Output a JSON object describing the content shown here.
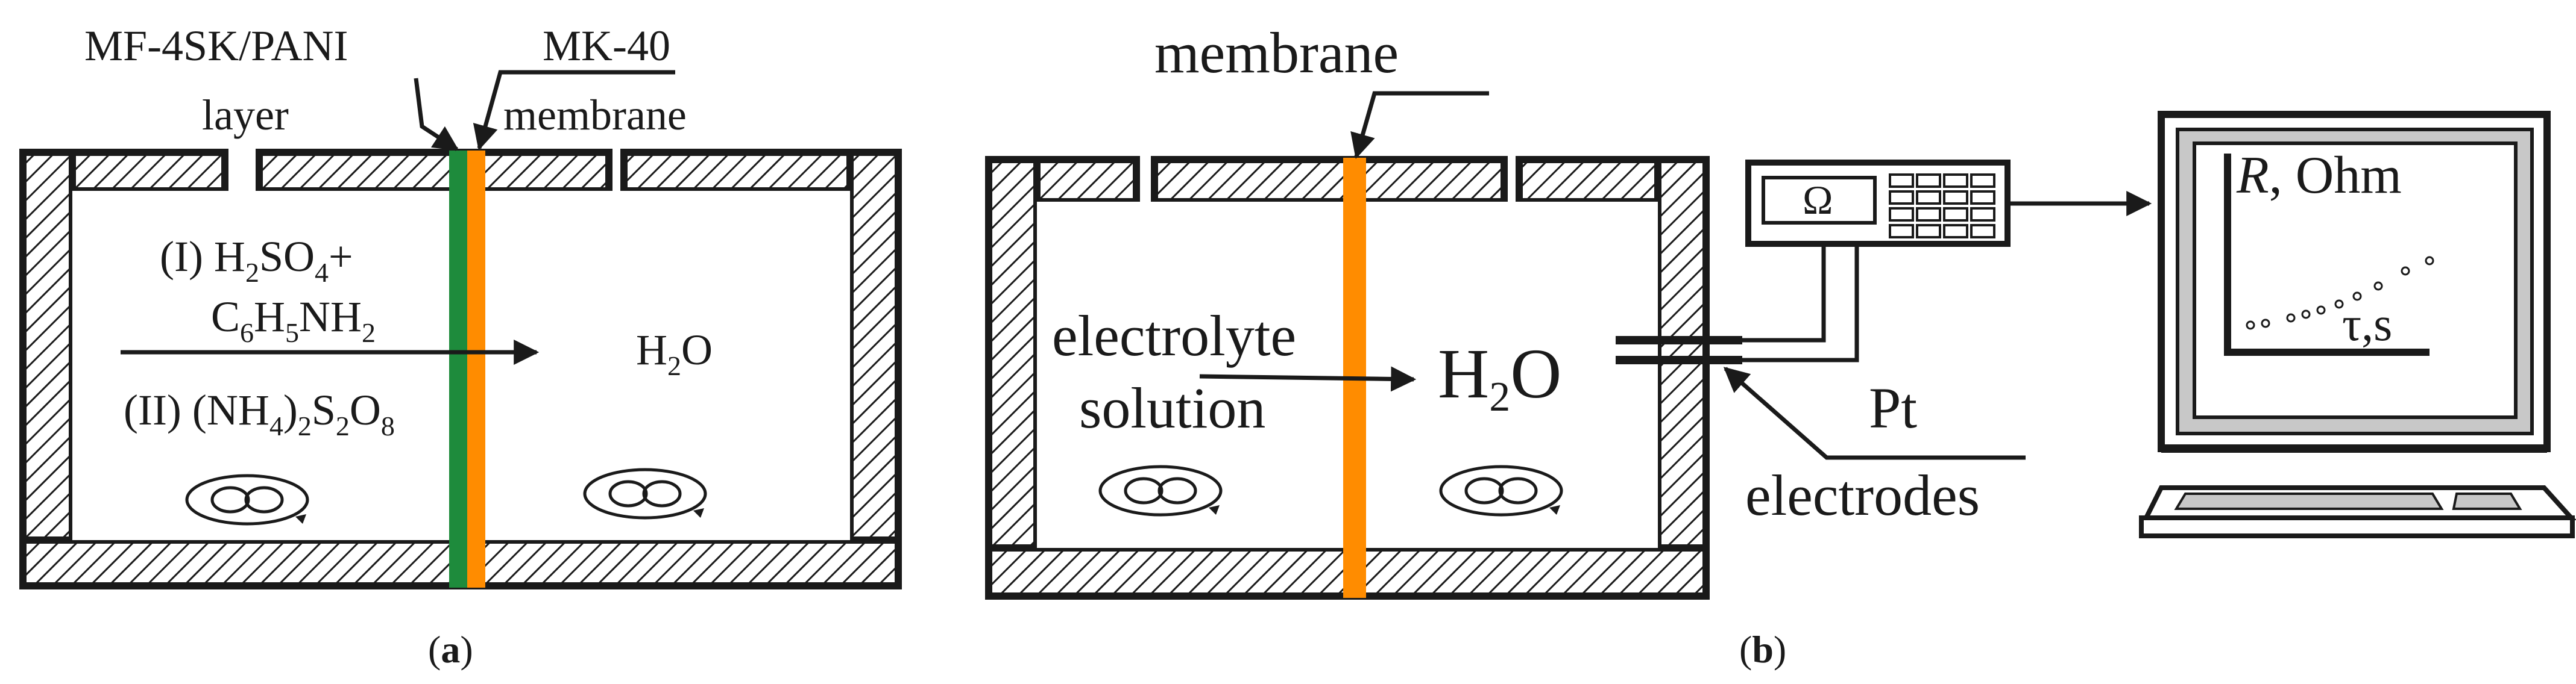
{
  "panel_a": {
    "pani_layer_label_line1": "MF-4SK/PANI",
    "pani_layer_label_line2": "layer",
    "mk40_label_line1": "MK-40",
    "mk40_label_line2": "membrane",
    "left_solution_1_prefix": "(I) H",
    "left_solution_1_sub1": "2",
    "left_solution_1_mid": "SO",
    "left_solution_1_sub2": "4",
    "left_solution_1_suffix": "+",
    "left_solution_2_c": "C",
    "left_solution_2_sub1": "6",
    "left_solution_2_h": "H",
    "left_solution_2_sub2": "5",
    "left_solution_2_nh": "NH",
    "left_solution_2_sub3": "2",
    "left_solution_3_prefix": "(II) (NH",
    "left_solution_3_sub1": "4",
    "left_solution_3_mid1": ")",
    "left_solution_3_sub2": "2",
    "left_solution_3_mid2": "S",
    "left_solution_3_sub3": "2",
    "left_solution_3_mid3": "O",
    "left_solution_3_sub4": "8",
    "right_solution_h": "H",
    "right_solution_sub": "2",
    "right_solution_o": "O",
    "caption_open": "(",
    "caption_letter": "a",
    "caption_close": ")"
  },
  "panel_b": {
    "membrane_label": "membrane",
    "electrolyte_line1": "electrolyte",
    "electrolyte_line2": "solution",
    "right_solution_h": "H",
    "right_solution_sub": "2",
    "right_solution_o": "O",
    "ohmmeter_symbol": "Ω",
    "pt_label": "Pt",
    "electrodes_label": "electrodes",
    "screen_axis_y_r": "R",
    "screen_axis_y_unit": ", Ohm",
    "screen_axis_x": "τ,s",
    "caption_open": "(",
    "caption_letter": "b",
    "caption_close": ")"
  },
  "colors": {
    "pani_layer": "#1e8b3c",
    "mk40_membrane": "#ff8c00",
    "hatch": "#1a1a1a",
    "monitor_bezel": "#c8c8c8"
  }
}
